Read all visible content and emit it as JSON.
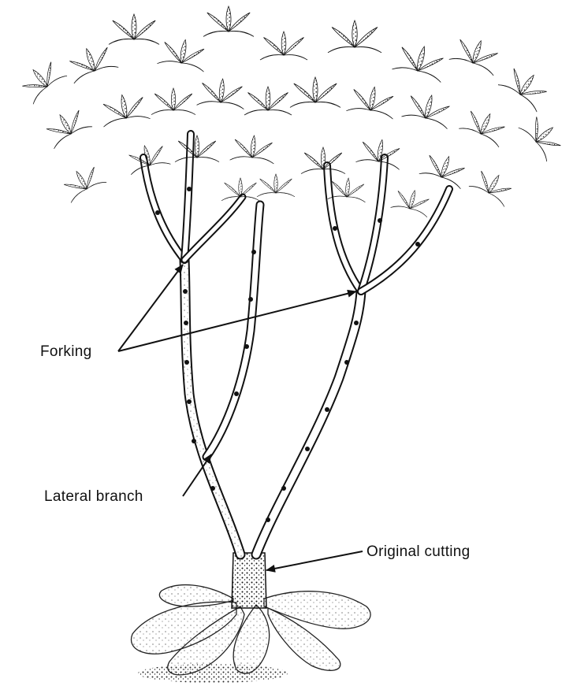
{
  "labels": {
    "forking": "Forking",
    "lateral_branch": "Lateral branch",
    "original_cutting": "Original cutting"
  },
  "icons": {
    "plant": "cassava-plant-illustration",
    "roots": "storage-root-icon",
    "foliage": "palmate-leaf-cluster-icon"
  },
  "colors": {
    "ink": "#111111",
    "background": "#ffffff"
  }
}
